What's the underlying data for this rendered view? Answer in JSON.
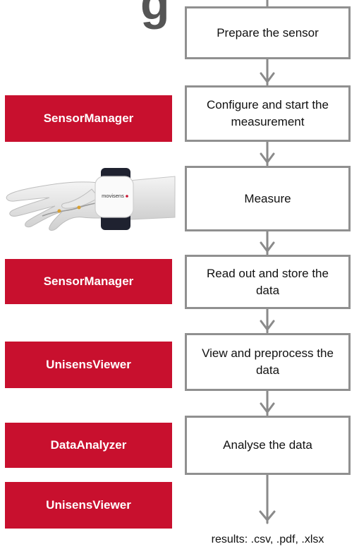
{
  "header": {
    "fragment": "g"
  },
  "steps": [
    {
      "label": "Prepare the sensor"
    },
    {
      "label": "Configure and start the measurement"
    },
    {
      "label": "Measure"
    },
    {
      "label": "Read out and store the data"
    },
    {
      "label": "View and preprocess the data"
    },
    {
      "label": "Analyse the data"
    }
  ],
  "tools": [
    {
      "label": "SensorManager"
    },
    {
      "label": "SensorManager"
    },
    {
      "label": "UnisensViewer"
    },
    {
      "label": "DataAnalyzer"
    },
    {
      "label": "UnisensViewer"
    }
  ],
  "sensor_image": {
    "brand": "movisens"
  },
  "results": {
    "label": "results: .csv, .pdf, .xlsx"
  },
  "colors": {
    "tool_red": "#c8102e",
    "border_gray": "#909090",
    "arrow_gray": "#8a8a8a"
  }
}
